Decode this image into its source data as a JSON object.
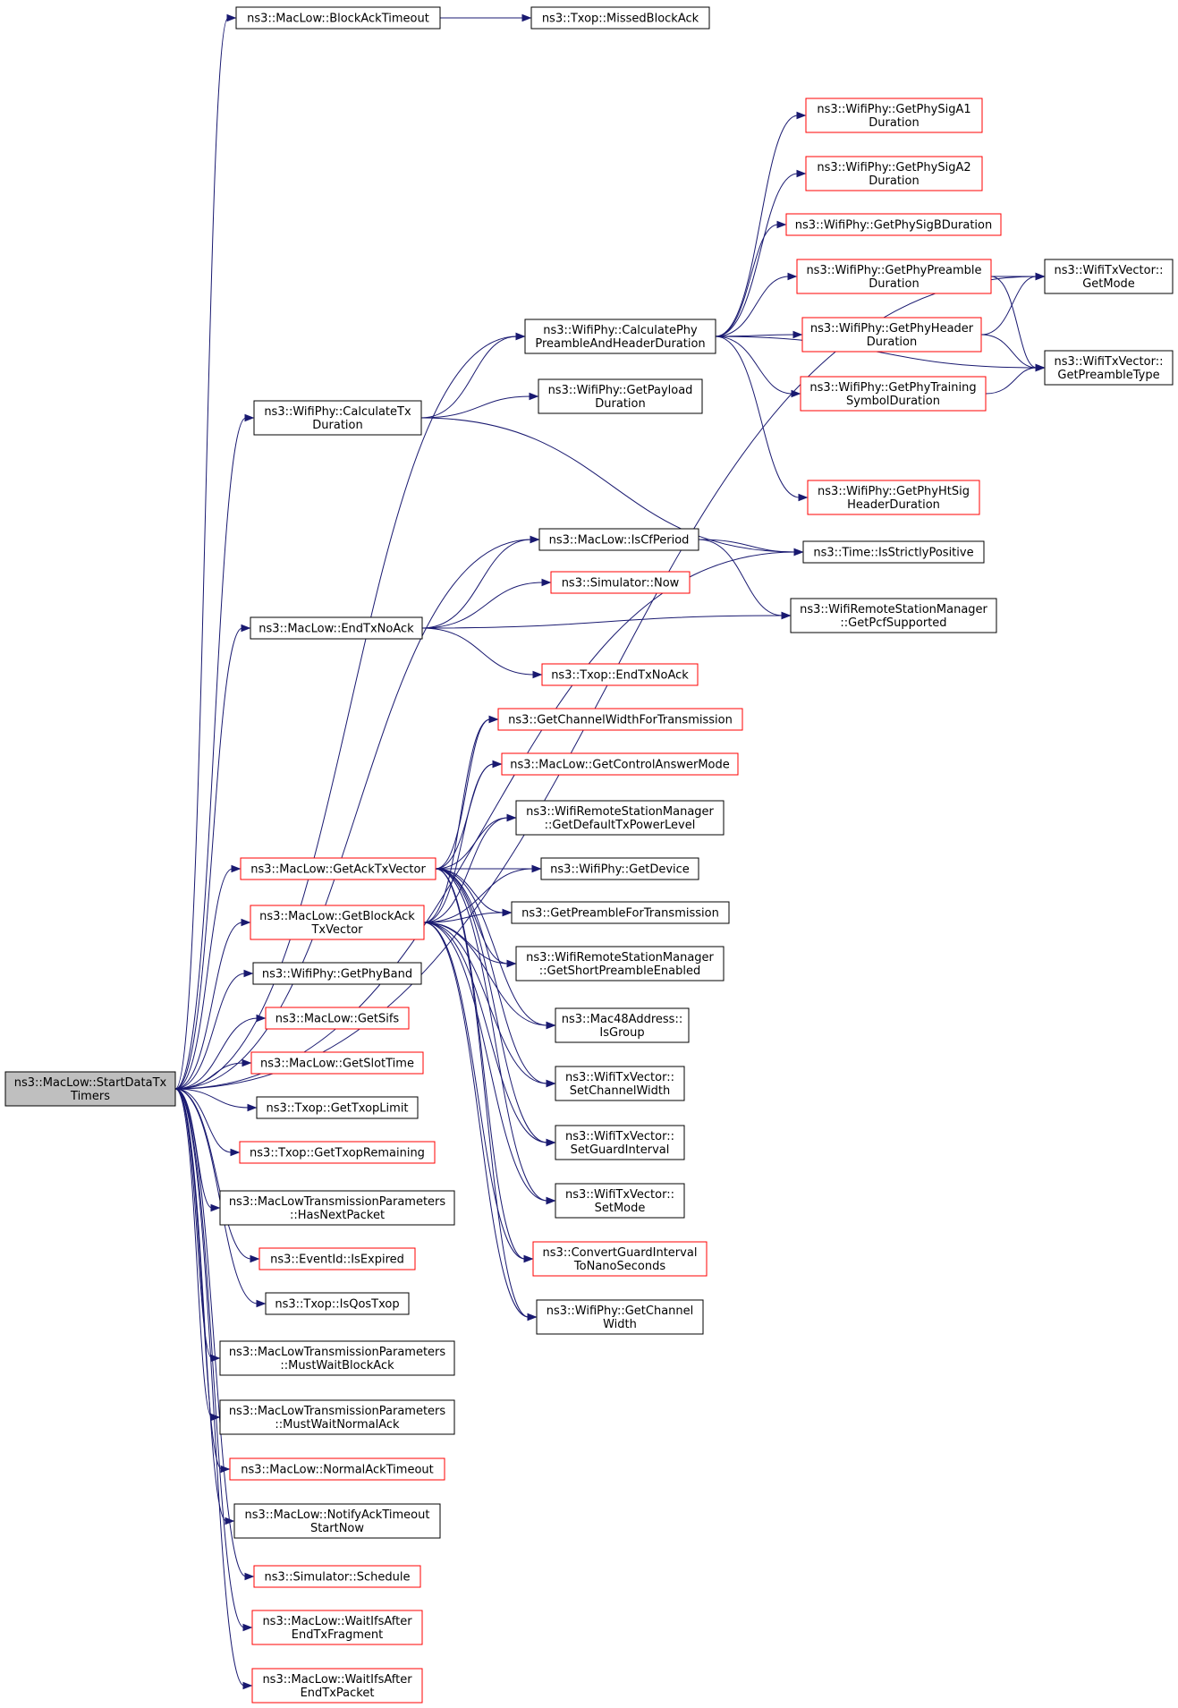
{
  "colors": {
    "edge": "#191970",
    "border_normal": "#000000",
    "border_red": "#ff0000",
    "root_fill": "#bfbfbf",
    "fill": "#ffffff"
  },
  "nodes": {
    "root": {
      "lines": [
        "ns3::MacLow::StartDataTx",
        "Timers"
      ],
      "style": "root"
    },
    "blockacktimeout": {
      "lines": [
        "ns3::MacLow::BlockAckTimeout"
      ],
      "style": "normal"
    },
    "missedblockack": {
      "lines": [
        "ns3::Txop::MissedBlockAck"
      ],
      "style": "normal"
    },
    "getmode": {
      "lines": [
        "ns3::WifiTxVector::",
        "GetMode"
      ],
      "style": "normal"
    },
    "getpreambletype": {
      "lines": [
        "ns3::WifiTxVector::",
        "GetPreambleType"
      ],
      "style": "normal"
    },
    "sigA1": {
      "lines": [
        "ns3::WifiPhy::GetPhySigA1",
        "Duration"
      ],
      "style": "red"
    },
    "sigA2": {
      "lines": [
        "ns3::WifiPhy::GetPhySigA2",
        "Duration"
      ],
      "style": "red"
    },
    "sigB": {
      "lines": [
        "ns3::WifiPhy::GetPhySigBDuration"
      ],
      "style": "red"
    },
    "preambledur": {
      "lines": [
        "ns3::WifiPhy::GetPhyPreamble",
        "Duration"
      ],
      "style": "red"
    },
    "headerdur": {
      "lines": [
        "ns3::WifiPhy::GetPhyHeader",
        "Duration"
      ],
      "style": "red"
    },
    "trainingdur": {
      "lines": [
        "ns3::WifiPhy::GetPhyTraining",
        "SymbolDuration"
      ],
      "style": "red"
    },
    "htsig": {
      "lines": [
        "ns3::WifiPhy::GetPhyHtSig",
        "HeaderDuration"
      ],
      "style": "red"
    },
    "calcpreamble": {
      "lines": [
        "ns3::WifiPhy::CalculatePhy",
        "PreambleAndHeaderDuration"
      ],
      "style": "normal"
    },
    "calctx": {
      "lines": [
        "ns3::WifiPhy::CalculateTx",
        "Duration"
      ],
      "style": "normal"
    },
    "payload": {
      "lines": [
        "ns3::WifiPhy::GetPayload",
        "Duration"
      ],
      "style": "normal"
    },
    "iscfperiod": {
      "lines": [
        "ns3::MacLow::IsCfPeriod"
      ],
      "style": "normal"
    },
    "strictlypos": {
      "lines": [
        "ns3::Time::IsStrictlyPositive"
      ],
      "style": "normal"
    },
    "simnow": {
      "lines": [
        "ns3::Simulator::Now"
      ],
      "style": "red"
    },
    "pcfsupported": {
      "lines": [
        "ns3::WifiRemoteStationManager",
        "::GetPcfSupported"
      ],
      "style": "normal"
    },
    "endtxnoack": {
      "lines": [
        "ns3::MacLow::EndTxNoAck"
      ],
      "style": "normal"
    },
    "txopendtxnoack": {
      "lines": [
        "ns3::Txop::EndTxNoAck"
      ],
      "style": "red"
    },
    "chanwidthtx": {
      "lines": [
        "ns3::GetChannelWidthForTransmission"
      ],
      "style": "red"
    },
    "ctrlanswer": {
      "lines": [
        "ns3::MacLow::GetControlAnswerMode"
      ],
      "style": "red"
    },
    "defaultpower": {
      "lines": [
        "ns3::WifiRemoteStationManager",
        "::GetDefaultTxPowerLevel"
      ],
      "style": "normal"
    },
    "getacktxvector": {
      "lines": [
        "ns3::MacLow::GetAckTxVector"
      ],
      "style": "red"
    },
    "getdevice": {
      "lines": [
        "ns3::WifiPhy::GetDevice"
      ],
      "style": "normal"
    },
    "preamblefortx": {
      "lines": [
        "ns3::GetPreambleForTransmission"
      ],
      "style": "normal"
    },
    "getblockacktxvector": {
      "lines": [
        "ns3::MacLow::GetBlockAck",
        "TxVector"
      ],
      "style": "red"
    },
    "shortpreamble": {
      "lines": [
        "ns3::WifiRemoteStationManager",
        "::GetShortPreambleEnabled"
      ],
      "style": "normal"
    },
    "getphyband": {
      "lines": [
        "ns3::WifiPhy::GetPhyBand"
      ],
      "style": "normal"
    },
    "isgroup": {
      "lines": [
        "ns3::Mac48Address::",
        "IsGroup"
      ],
      "style": "normal"
    },
    "getsifs": {
      "lines": [
        "ns3::MacLow::GetSifs"
      ],
      "style": "red"
    },
    "getslottime": {
      "lines": [
        "ns3::MacLow::GetSlotTime"
      ],
      "style": "red"
    },
    "setchanwidth": {
      "lines": [
        "ns3::WifiTxVector::",
        "SetChannelWidth"
      ],
      "style": "normal"
    },
    "txoplimit": {
      "lines": [
        "ns3::Txop::GetTxopLimit"
      ],
      "style": "normal"
    },
    "setguard": {
      "lines": [
        "ns3::WifiTxVector::",
        "SetGuardInterval"
      ],
      "style": "normal"
    },
    "txopremaining": {
      "lines": [
        "ns3::Txop::GetTxopRemaining"
      ],
      "style": "red"
    },
    "hasnextpacket": {
      "lines": [
        "ns3::MacLowTransmissionParameters",
        "::HasNextPacket"
      ],
      "style": "normal"
    },
    "setmode": {
      "lines": [
        "ns3::WifiTxVector::",
        "SetMode"
      ],
      "style": "normal"
    },
    "isexpired": {
      "lines": [
        "ns3::EventId::IsExpired"
      ],
      "style": "red"
    },
    "convertguard": {
      "lines": [
        "ns3::ConvertGuardInterval",
        "ToNanoSeconds"
      ],
      "style": "red"
    },
    "isqostxop": {
      "lines": [
        "ns3::Txop::IsQosTxop"
      ],
      "style": "normal"
    },
    "getchannelwidth": {
      "lines": [
        "ns3::WifiPhy::GetChannel",
        "Width"
      ],
      "style": "normal"
    },
    "mustwaitblockack": {
      "lines": [
        "ns3::MacLowTransmissionParameters",
        "::MustWaitBlockAck"
      ],
      "style": "normal"
    },
    "mustwaitnormalack": {
      "lines": [
        "ns3::MacLowTransmissionParameters",
        "::MustWaitNormalAck"
      ],
      "style": "normal"
    },
    "normalacktimeout": {
      "lines": [
        "ns3::MacLow::NormalAckTimeout"
      ],
      "style": "red"
    },
    "notifyacktimeout": {
      "lines": [
        "ns3::MacLow::NotifyAckTimeout",
        "StartNow"
      ],
      "style": "normal"
    },
    "simschedule": {
      "lines": [
        "ns3::Simulator::Schedule"
      ],
      "style": "red"
    },
    "waitifsfrag": {
      "lines": [
        "ns3::MacLow::WaitIfsAfter",
        "EndTxFragment"
      ],
      "style": "red"
    },
    "waitifspacket": {
      "lines": [
        "ns3::MacLow::WaitIfsAfter",
        "EndTxPacket"
      ],
      "style": "red"
    }
  },
  "edges": [
    [
      "root",
      "blockacktimeout"
    ],
    [
      "blockacktimeout",
      "missedblockack"
    ],
    [
      "root",
      "getmode"
    ],
    [
      "root",
      "calcpreamble"
    ],
    [
      "root",
      "calctx"
    ],
    [
      "root",
      "strictlypos"
    ],
    [
      "root",
      "iscfperiod"
    ],
    [
      "root",
      "endtxnoack"
    ],
    [
      "root",
      "getacktxvector"
    ],
    [
      "root",
      "getblockacktxvector"
    ],
    [
      "root",
      "getphyband"
    ],
    [
      "root",
      "getsifs"
    ],
    [
      "root",
      "getslottime"
    ],
    [
      "root",
      "txoplimit"
    ],
    [
      "root",
      "txopremaining"
    ],
    [
      "root",
      "hasnextpacket"
    ],
    [
      "root",
      "isexpired"
    ],
    [
      "root",
      "isqostxop"
    ],
    [
      "root",
      "mustwaitblockack"
    ],
    [
      "root",
      "mustwaitnormalack"
    ],
    [
      "root",
      "normalacktimeout"
    ],
    [
      "root",
      "notifyacktimeout"
    ],
    [
      "root",
      "simschedule"
    ],
    [
      "root",
      "waitifsfrag"
    ],
    [
      "root",
      "waitifspacket"
    ],
    [
      "calcpreamble",
      "sigA1"
    ],
    [
      "calcpreamble",
      "sigA2"
    ],
    [
      "calcpreamble",
      "sigB"
    ],
    [
      "calcpreamble",
      "preambledur"
    ],
    [
      "calcpreamble",
      "headerdur"
    ],
    [
      "calcpreamble",
      "trainingdur"
    ],
    [
      "calcpreamble",
      "getpreambletype"
    ],
    [
      "calcpreamble",
      "htsig"
    ],
    [
      "preambledur",
      "getmode"
    ],
    [
      "preambledur",
      "getpreambletype"
    ],
    [
      "headerdur",
      "getmode"
    ],
    [
      "headerdur",
      "getpreambletype"
    ],
    [
      "trainingdur",
      "getpreambletype"
    ],
    [
      "calctx",
      "calcpreamble"
    ],
    [
      "calctx",
      "payload"
    ],
    [
      "calctx",
      "strictlypos"
    ],
    [
      "iscfperiod",
      "strictlypos"
    ],
    [
      "iscfperiod",
      "pcfsupported"
    ],
    [
      "endtxnoack",
      "iscfperiod"
    ],
    [
      "endtxnoack",
      "simnow"
    ],
    [
      "endtxnoack",
      "pcfsupported"
    ],
    [
      "endtxnoack",
      "txopendtxnoack"
    ],
    [
      "getacktxvector",
      "chanwidthtx"
    ],
    [
      "getacktxvector",
      "ctrlanswer"
    ],
    [
      "getacktxvector",
      "defaultpower"
    ],
    [
      "getacktxvector",
      "getdevice"
    ],
    [
      "getacktxvector",
      "preamblefortx"
    ],
    [
      "getacktxvector",
      "shortpreamble"
    ],
    [
      "getacktxvector",
      "isgroup"
    ],
    [
      "getacktxvector",
      "setchanwidth"
    ],
    [
      "getacktxvector",
      "setguard"
    ],
    [
      "getacktxvector",
      "setmode"
    ],
    [
      "getacktxvector",
      "convertguard"
    ],
    [
      "getacktxvector",
      "getchannelwidth"
    ],
    [
      "getblockacktxvector",
      "chanwidthtx"
    ],
    [
      "getblockacktxvector",
      "ctrlanswer"
    ],
    [
      "getblockacktxvector",
      "defaultpower"
    ],
    [
      "getblockacktxvector",
      "getdevice"
    ],
    [
      "getblockacktxvector",
      "preamblefortx"
    ],
    [
      "getblockacktxvector",
      "shortpreamble"
    ],
    [
      "getblockacktxvector",
      "isgroup"
    ],
    [
      "getblockacktxvector",
      "setchanwidth"
    ],
    [
      "getblockacktxvector",
      "setguard"
    ],
    [
      "getblockacktxvector",
      "setmode"
    ],
    [
      "getblockacktxvector",
      "convertguard"
    ],
    [
      "getblockacktxvector",
      "getchannelwidth"
    ]
  ]
}
